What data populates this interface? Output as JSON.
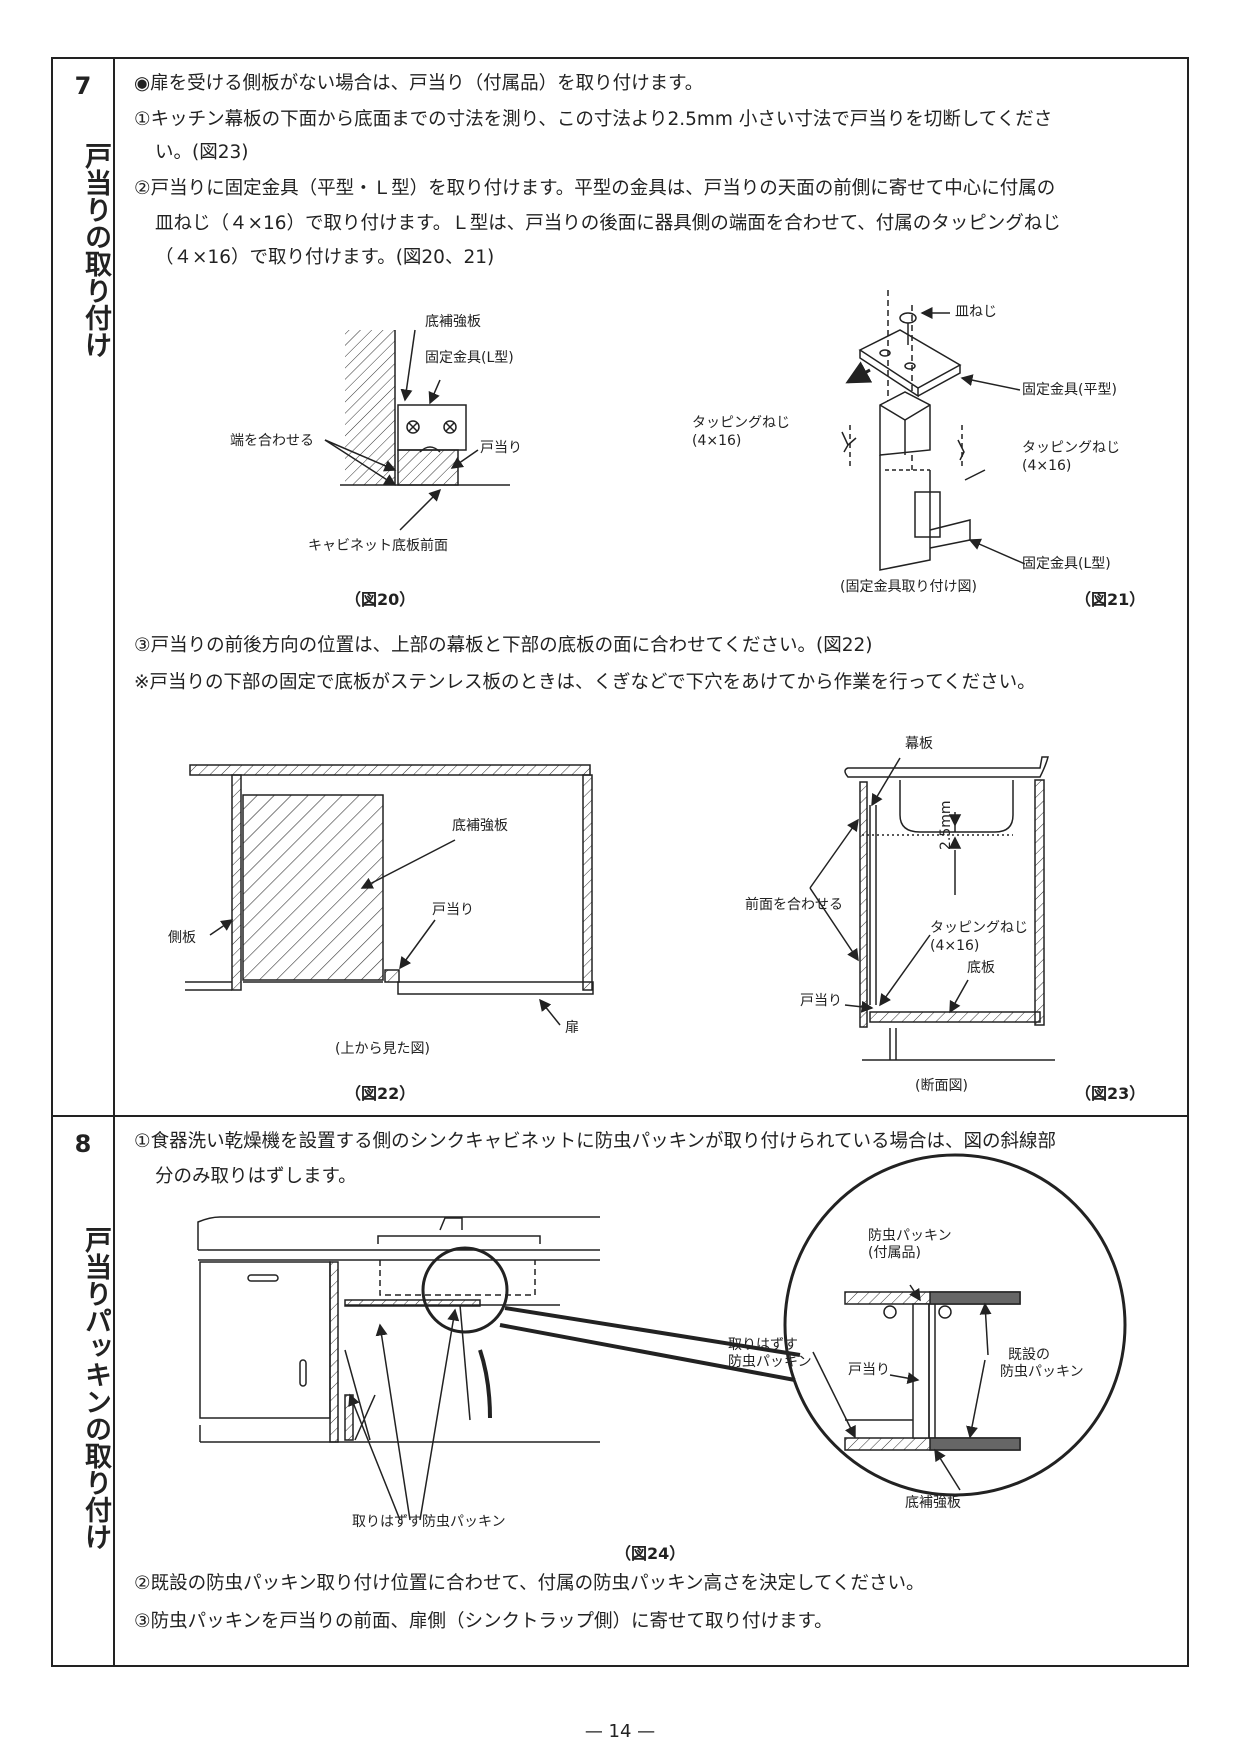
{
  "sections": [
    {
      "number": "7",
      "title": "戸当りの取り付け"
    },
    {
      "number": "8",
      "title": "戸当りパッキンの取り付け"
    }
  ],
  "s7": {
    "l1": "◉扉を受ける側板がない場合は、戸当り（付属品）を取り付けます。",
    "l2": "①キッチン幕板の下面から底面までの寸法を測り、この寸法より2.5mm 小さい寸法で戸当りを切断してくださ",
    "l3": "い。(図23)",
    "l4": "②戸当りに固定金具（平型・Ｌ型）を取り付けます。平型の金具は、戸当りの天面の前側に寄せて中心に付属の",
    "l5": "皿ねじ（４×16）で取り付けます。Ｌ型は、戸当りの後面に器具側の端面を合わせて、付属のタッピングねじ",
    "l6": "（４×16）で取り付けます。(図20、21)",
    "l7": "③戸当りの前後方向の位置は、上部の幕板と下部の底板の面に合わせてください。(図22)",
    "l8": "※戸当りの下部の固定で底板がステンレス板のときは、くぎなどで下穴をあけてから作業を行ってください。"
  },
  "fig20": {
    "caption": "（図20）",
    "label_soko": "底補強板",
    "label_kanagu": "固定金具(L型)",
    "label_hashi": "端を合わせる",
    "label_toatari": "戸当り",
    "label_cabinet": "キャビネット底板前面"
  },
  "fig21": {
    "caption": "（図21）",
    "subcaption": "(固定金具取り付け図)",
    "label_sara": "皿ねじ",
    "label_hira": "固定金具(平型)",
    "label_tap_left": "タッピングねじ",
    "label_tap_left_size": "(4×16)",
    "label_tap_right": "タッピングねじ",
    "label_tap_right_size": "(4×16)",
    "label_l": "固定金具(L型)"
  },
  "fig22": {
    "caption": "（図22）",
    "subcaption": "(上から見た図)",
    "label_soko": "底補強板",
    "label_toatari": "戸当り",
    "label_sokuban": "側板",
    "label_tobira": "扉"
  },
  "fig23": {
    "caption": "（図23）",
    "subcaption": "(断面図)",
    "label_makuita": "幕板",
    "label_dim": "2.5mm",
    "label_zenmen": "前面を合わせる",
    "label_tap": "タッピングねじ",
    "label_tap_size": "(4×16)",
    "label_sokoita": "底板",
    "label_toatari": "戸当り"
  },
  "s8": {
    "l1": "①食器洗い乾燥機を設置する側のシンクキャビネットに防虫パッキンが取り付けられている場合は、図の斜線部",
    "l2": "分のみ取りはずします。",
    "l3": "②既設の防虫パッキン取り付け位置に合わせて、付属の防虫パッキン高さを決定してください。",
    "l4": "③防虫パッキンを戸当りの前面、扉側（シンクトラップ側）に寄せて取り付けます。"
  },
  "fig24": {
    "caption": "（図24）",
    "label_remove": "取りはずす防虫パッキン",
    "label_packing_1": "防虫パッキン",
    "label_packing_2": "(付属品)",
    "label_torihazusu_1": "取りはずす",
    "label_torihazusu_2": "防虫パッキン",
    "label_toatari": "戸当り",
    "label_kisetsu_1": "既設の",
    "label_kisetsu_2": "防虫パッキン",
    "label_soko": "底補強板"
  },
  "footer": {
    "page": "— 14 —"
  }
}
